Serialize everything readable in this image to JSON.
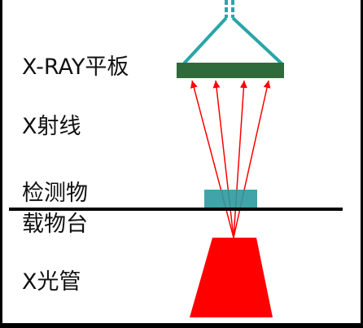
{
  "labels": {
    "xray_panel": "X-RAY平板",
    "xray_beam": "X射线",
    "inspected_object": "检测物",
    "stage": "载物台",
    "xray_tube": "X光管"
  },
  "colors": {
    "background": "#ffffff",
    "frame": "#000000",
    "panel": "#2f6b3a",
    "panel_mount": "#2aa5a8",
    "inspected_object": "#2b9aa0",
    "stage_line": "#000000",
    "tube": "#ff0000",
    "rays": "#ff0000"
  }
}
